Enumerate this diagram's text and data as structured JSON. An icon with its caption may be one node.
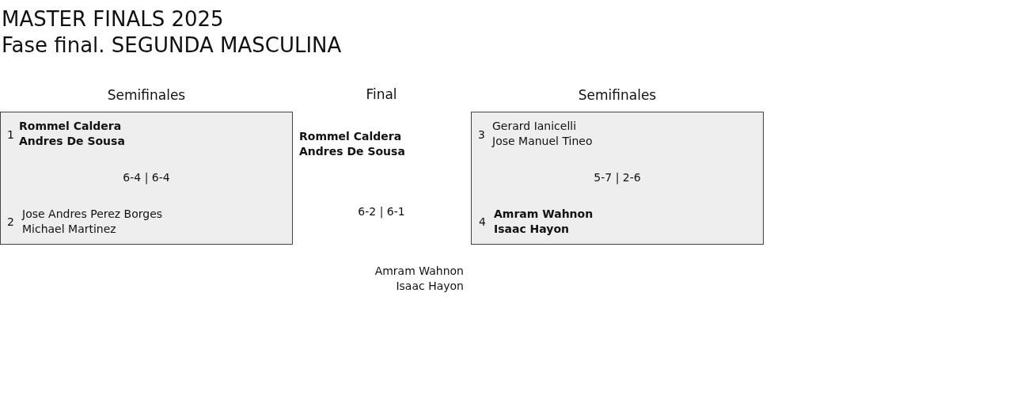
{
  "diagram": {
    "title": "MASTER FINALS 2025",
    "nodes": [
      {
        "text": [
          "Semifinales",
          "1",
          "Rommel Caldera Andres De Sousa",
          "6-4 | 6-4",
          "2",
          "Jose Andres Perez Borges Michael Martinez"
        ]
      },
      {
        "text": [
          "Semifinales",
          "3",
          "Gerard Ianicelli Jose Manuel Tineo",
          "5-7 | 2-6",
          "4",
          "Amram Wahnon Isaac Hayon"
        ]
      }
    ],
    "labels": [
      "Fase final. SEGUNDA MASCULINA",
      "Final",
      "Rommel Caldera Andres De Sousa",
      "6-2 | 6-1",
      "Amram Wahnon Isaac Hayon"
    ]
  }
}
